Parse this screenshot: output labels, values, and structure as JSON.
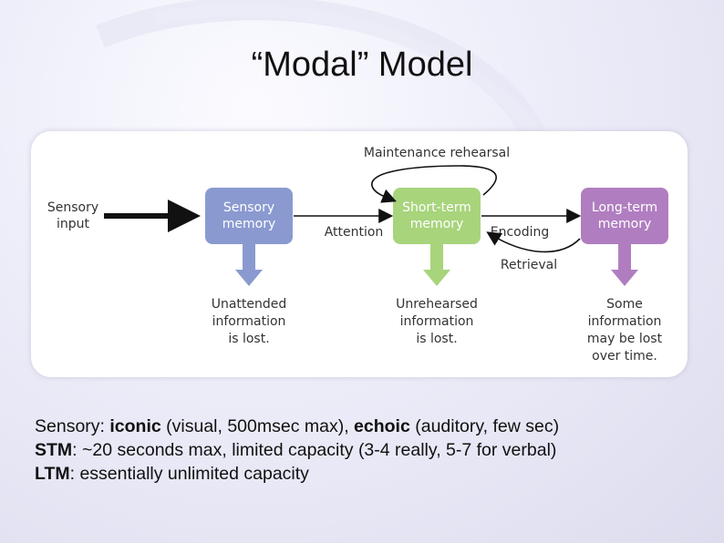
{
  "title": "“Modal” Model",
  "diagram": {
    "sensory_input": [
      "Sensory",
      "input"
    ],
    "sensory_memory": [
      "Sensory",
      "memory"
    ],
    "short_term_memory": [
      "Short-term",
      "memory"
    ],
    "long_term_memory": [
      "Long-term",
      "memory"
    ],
    "maintenance_rehearsal": "Maintenance rehearsal",
    "attention": "Attention",
    "encoding": "Encoding",
    "retrieval": "Retrieval",
    "sensory_loss": [
      "Unattended",
      "information",
      "is lost."
    ],
    "stm_loss": [
      "Unrehearsed",
      "information",
      "is lost."
    ],
    "ltm_loss": [
      "Some",
      "information",
      "may be lost",
      "over time."
    ],
    "colors": {
      "sensory_box": "#8a9ad0",
      "stm_box": "#a8d47c",
      "ltm_box": "#b07ec0",
      "arrow": "#111111"
    }
  },
  "bullets": [
    {
      "parts": [
        {
          "text": "Sensory: ",
          "bold": false
        },
        {
          "text": "iconic",
          "bold": true
        },
        {
          "text": " (visual, 500msec max), ",
          "bold": false
        },
        {
          "text": "echoic",
          "bold": true
        },
        {
          "text": " (auditory, few sec)",
          "bold": false
        }
      ]
    },
    {
      "parts": [
        {
          "text": "STM",
          "bold": true
        },
        {
          "text": ": ~20 seconds max, limited capacity (3-4 really, 5-7 for verbal)",
          "bold": false
        }
      ]
    },
    {
      "parts": [
        {
          "text": "LTM",
          "bold": true
        },
        {
          "text": ": essentially unlimited capacity",
          "bold": false
        }
      ]
    }
  ]
}
